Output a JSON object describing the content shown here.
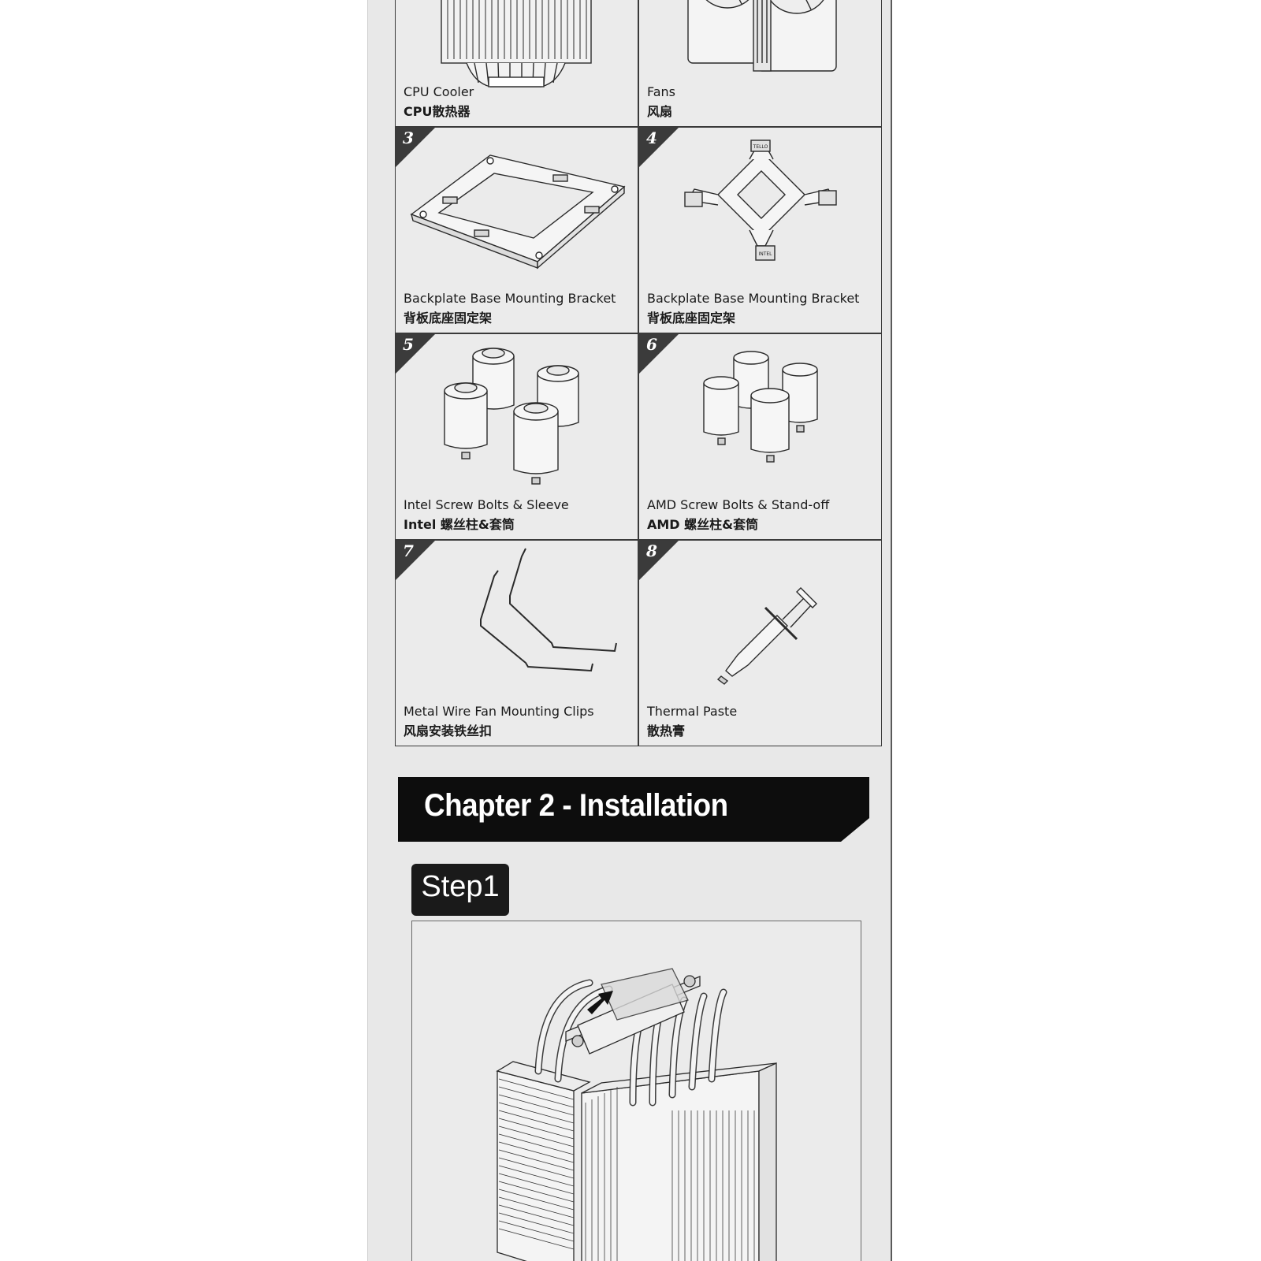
{
  "parts": [
    {
      "number": "",
      "name_en": "CPU Cooler",
      "name_cn": "CPU散热器",
      "icon": "cpu-cooler-illustration"
    },
    {
      "number": "",
      "name_en": "Fans",
      "name_cn": "风扇",
      "icon": "fans-illustration"
    },
    {
      "number": "3",
      "name_en": "Backplate Base Mounting Bracket",
      "name_cn": "背板底座固定架",
      "icon": "backplate-bracket-illustration"
    },
    {
      "number": "4",
      "name_en": "Backplate Base Mounting Bracket",
      "name_cn": "背板底座固定架",
      "icon": "mounting-bracket-illustration",
      "bracket_label_top": "TELLO",
      "bracket_label_bottom": "INTEL"
    },
    {
      "number": "5",
      "name_en": "Intel Screw Bolts &  Sleeve",
      "name_cn": "Intel 螺丝柱&套筒",
      "icon": "intel-screw-bolts-illustration"
    },
    {
      "number": "6",
      "name_en": "AMD Screw Bolts &  Stand-off",
      "name_cn": "AMD 螺丝柱&套筒",
      "icon": "amd-screw-bolts-illustration"
    },
    {
      "number": "7",
      "name_en": "Metal Wire Fan Mounting Clips",
      "name_cn": "风扇安装铁丝扣",
      "icon": "wire-clips-illustration"
    },
    {
      "number": "8",
      "name_en": "Thermal Paste",
      "name_cn": "散热膏",
      "icon": "thermal-paste-syringe-illustration"
    }
  ],
  "chapter": {
    "title": "Chapter 2 - Installation"
  },
  "step": {
    "label": "Step1",
    "illustration": "cooler-protective-film-removal-illustration"
  },
  "colors": {
    "page": "#e8e8e8",
    "cell_border": "#3a3a3a",
    "banner": "#0d0d0d",
    "badge": "#1a1a1a"
  }
}
